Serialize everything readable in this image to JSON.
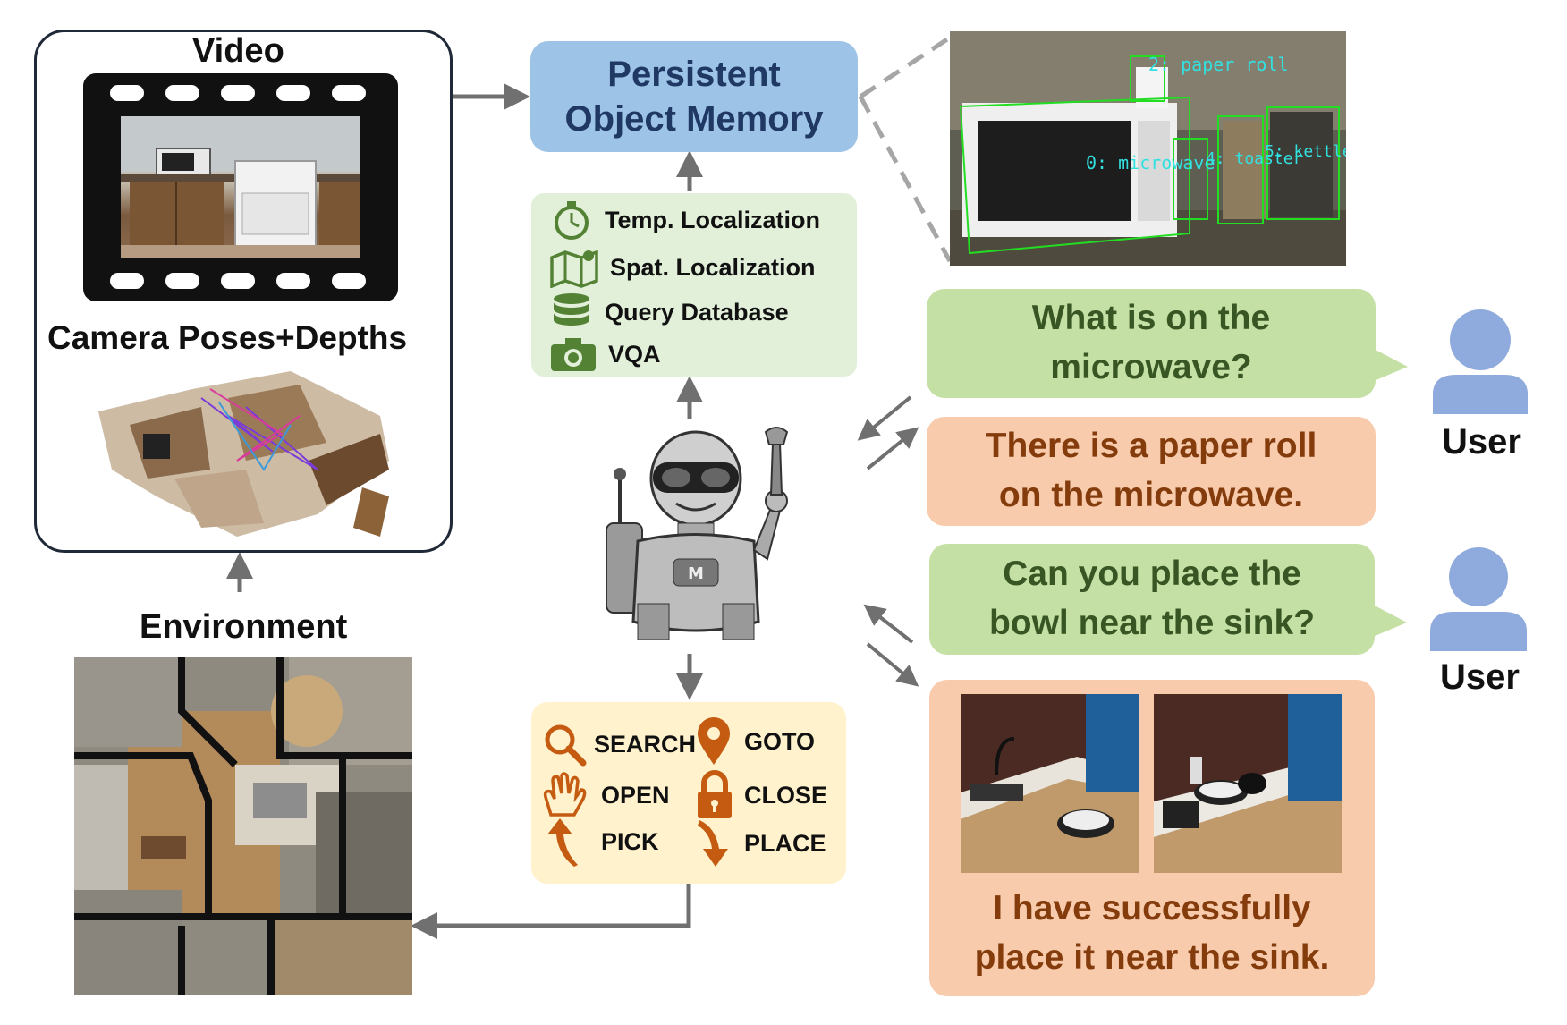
{
  "video_panel": {
    "title": "Video",
    "subtitle": "Camera Poses+Depths"
  },
  "environment": {
    "title": "Environment"
  },
  "memory": {
    "line1": "Persistent",
    "line2": "Object Memory",
    "detection_labels": [
      "2: paper roll",
      "0: microwave",
      "4: toaster",
      "5: kettle"
    ]
  },
  "tools": {
    "items": [
      {
        "label": "Temp. Localization",
        "icon": "stopwatch-icon"
      },
      {
        "label": "Spat. Localization",
        "icon": "map-pin-icon"
      },
      {
        "label": "Query Database",
        "icon": "database-icon"
      },
      {
        "label": "VQA",
        "icon": "camera-icon"
      }
    ]
  },
  "actions": {
    "items": [
      {
        "label": "SEARCH",
        "icon": "search-icon"
      },
      {
        "label": "GOTO",
        "icon": "location-pin-icon"
      },
      {
        "label": "OPEN",
        "icon": "hand-icon"
      },
      {
        "label": "CLOSE",
        "icon": "lock-icon"
      },
      {
        "label": "PICK",
        "icon": "arrow-up-icon"
      },
      {
        "label": "PLACE",
        "icon": "arrow-down-icon"
      }
    ]
  },
  "dialog": {
    "q1": "What is on the microwave?",
    "a1": "There is a paper roll on the microwave.",
    "q2": "Can you place the bowl near the sink?",
    "a2": "I have successfully place it near the sink.",
    "user_label_1": "User",
    "user_label_2": "User"
  },
  "colors": {
    "memory_box": "#9dc3e6",
    "tools_box": "#e2efd9",
    "actions_box": "#fff2cc",
    "user_bubble": "#c5e0a5",
    "agent_bubble": "#f8cbad",
    "action_icon": "#c55a11",
    "tool_icon": "#548235",
    "arrow": "#707070",
    "user_icon": "#8faadc"
  }
}
